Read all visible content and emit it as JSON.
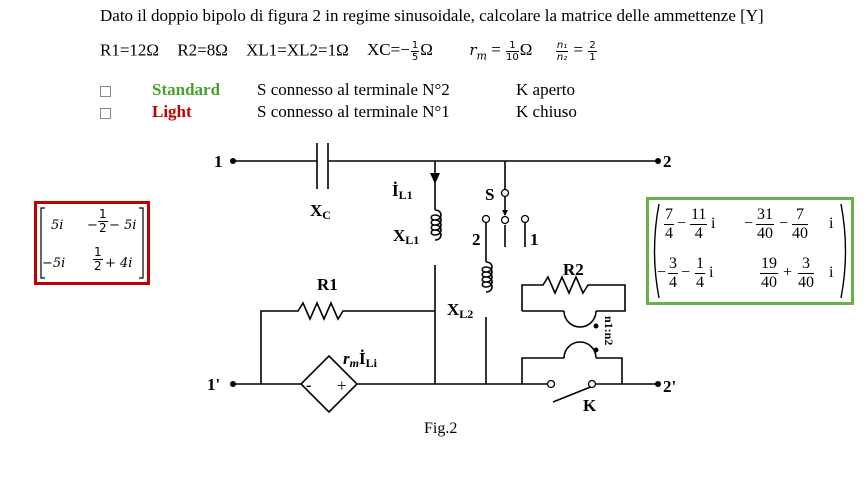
{
  "problem": {
    "title": "Dato il doppio bipolo di figura 2 in regime sinusoidale, calcolare la matrice delle ammettenze [Y]",
    "params": {
      "r1": "R1=12Ω",
      "r2": "R2=8Ω",
      "xl": "XL1=XL2=1Ω",
      "xc_prefix": "XC=−",
      "xc_num": "1",
      "xc_den": "5",
      "xc_unit": "Ω",
      "rm_label": "r",
      "rm_sub": "m",
      "rm_eq": " = ",
      "rm_num": "1",
      "rm_den": "10",
      "rm_unit": "Ω",
      "n_num": "n₁",
      "n_den": "n₂",
      "n_eq": " = ",
      "ratio_num": "2",
      "ratio_den": "1"
    }
  },
  "options": [
    {
      "checkbox": "☐",
      "label": "Standard",
      "color": "#4aa02c",
      "s_config": "S connesso al terminale N°2",
      "k_config": "K aperto"
    },
    {
      "checkbox": "☐",
      "label": "Light",
      "color": "#c00000",
      "s_config": "S connesso al terminale N°1",
      "k_config": "K chiuso"
    }
  ],
  "answer_light": {
    "border_color": "#c00000",
    "y11": "5i",
    "y12_prefix": "−",
    "y12_num": "1",
    "y12_den": "2",
    "y12_suffix": "− 5i",
    "y21": "−5i",
    "y22_num": "1",
    "y22_den": "2",
    "y22_suffix": "+ 4i"
  },
  "answer_standard": {
    "border_color": "#6ab04c",
    "y11": {
      "a_num": "7",
      "a_den": "4",
      "op": "−",
      "b_num": "11",
      "b_den": "4",
      "unit": "i"
    },
    "y12": {
      "sign": "−",
      "a_num": "31",
      "a_den": "40",
      "op": "−",
      "b_num": "7",
      "b_den": "40",
      "unit": "i"
    },
    "y21": {
      "sign": "−",
      "a_num": "3",
      "a_den": "4",
      "op": "−",
      "b_num": "1",
      "b_den": "4",
      "unit": "i"
    },
    "y22": {
      "a_num": "19",
      "a_den": "40",
      "op": "+",
      "b_num": "3",
      "b_den": "40",
      "unit": "i"
    }
  },
  "circuit": {
    "terminals": {
      "t1": "1",
      "t1p": "1'",
      "t2": "2",
      "t2p": "2'"
    },
    "labels": {
      "xc": "X",
      "xc_sub": "C",
      "il1": "İ",
      "il1_sub": "L1",
      "xl1": "X",
      "xl1_sub": "L1",
      "xl2": "X",
      "xl2_sub": "L2",
      "s": "S",
      "s_pos2": "2",
      "s_pos1": "1",
      "r1": "R1",
      "r2": "R2",
      "source_r": "r",
      "source_m": "m",
      "source_i": "İ",
      "source_sub": "Li",
      "minus": "-",
      "plus": "+",
      "transformer": "n1:n2",
      "k": "K"
    }
  },
  "caption": "Fig.2"
}
